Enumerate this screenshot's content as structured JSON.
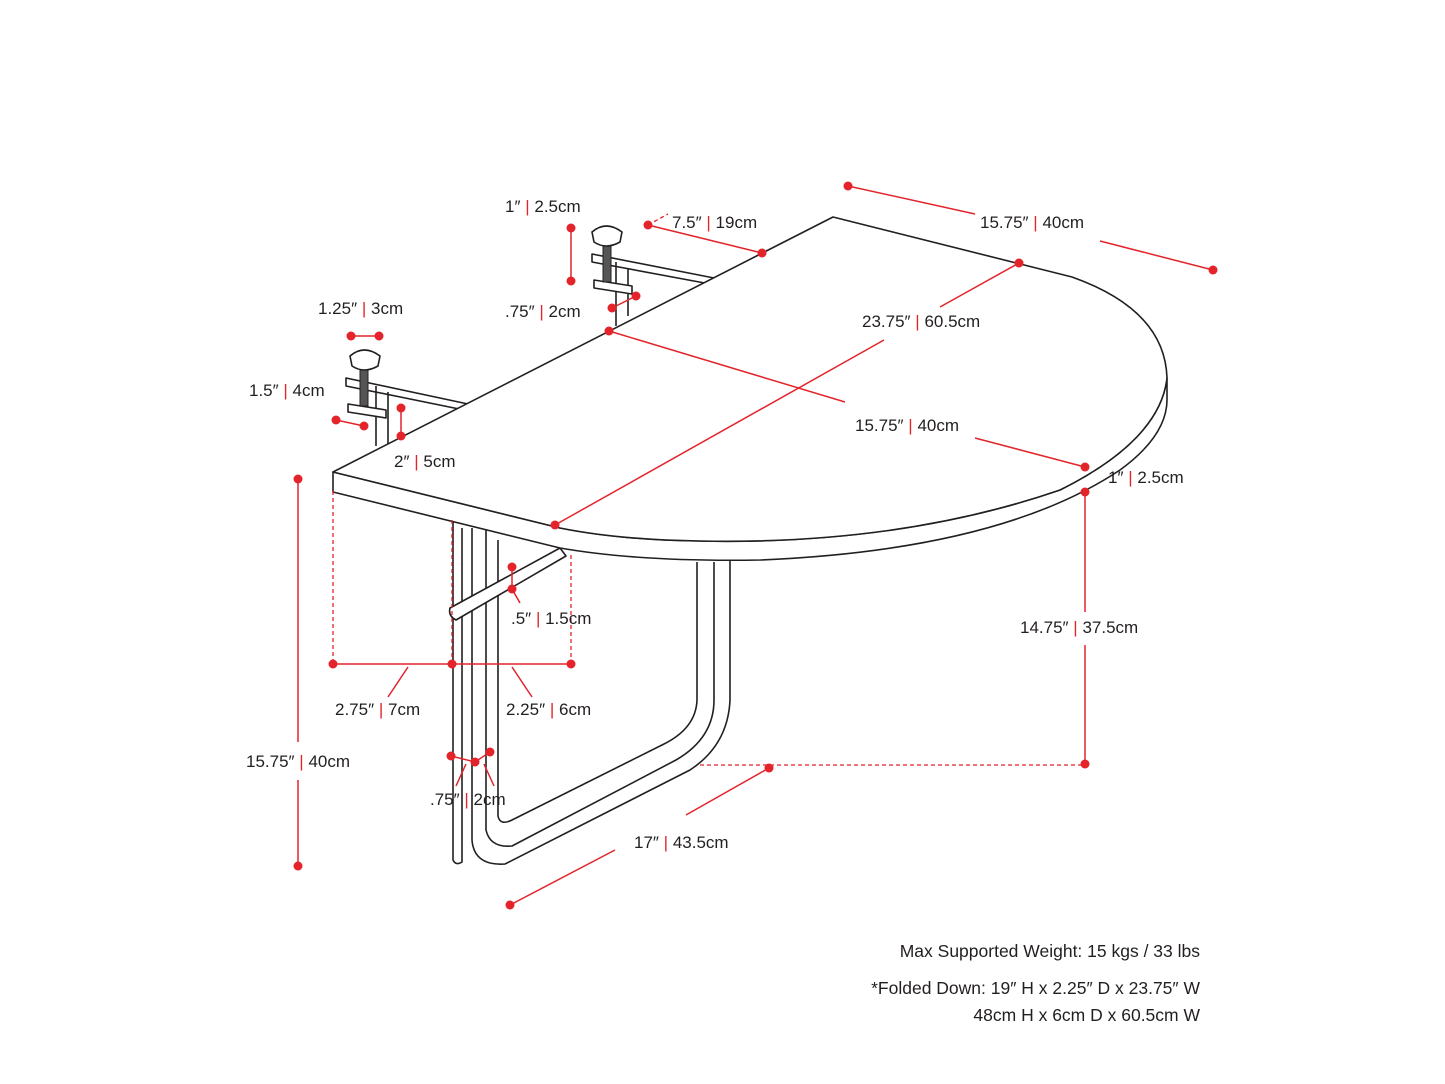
{
  "dimensions": {
    "clamp_height": {
      "in": "1″",
      "cm": "2.5cm"
    },
    "clamp_length": {
      "in": "7.5″",
      "cm": "19cm"
    },
    "top_depth_back": {
      "in": "15.75″",
      "cm": "40cm"
    },
    "knob_width": {
      "in": "1.25″",
      "cm": "3cm"
    },
    "clamp_gap": {
      "in": ".75″",
      "cm": "2cm"
    },
    "top_width": {
      "in": "23.75″",
      "cm": "60.5cm"
    },
    "clamp_depth": {
      "in": "1.5″",
      "cm": "4cm"
    },
    "top_depth_mid": {
      "in": "15.75″",
      "cm": "40cm"
    },
    "bracket_drop": {
      "in": "2″",
      "cm": "5cm"
    },
    "top_thickness": {
      "in": "1″",
      "cm": "2.5cm"
    },
    "rod_diameter": {
      "in": ".5″",
      "cm": "1.5cm"
    },
    "leg_height": {
      "in": "14.75″",
      "cm": "37.5cm"
    },
    "offset_left": {
      "in": "2.75″",
      "cm": "7cm"
    },
    "offset_right": {
      "in": "2.25″",
      "cm": "6cm"
    },
    "overall_height": {
      "in": "15.75″",
      "cm": "40cm"
    },
    "tube_width": {
      "in": ".75″",
      "cm": "2cm"
    },
    "leg_depth": {
      "in": "17″",
      "cm": "43.5cm"
    }
  },
  "separator": "|",
  "notes": {
    "max_weight": "Max Supported Weight: 15 kgs / 33 lbs",
    "folded_imperial": "*Folded Down: 19″ H x 2.25″ D x 23.75″ W",
    "folded_metric": "48cm H x 6cm D x 60.5cm W"
  },
  "colors": {
    "dimension": "#e3242b",
    "ink": "#231f20"
  }
}
